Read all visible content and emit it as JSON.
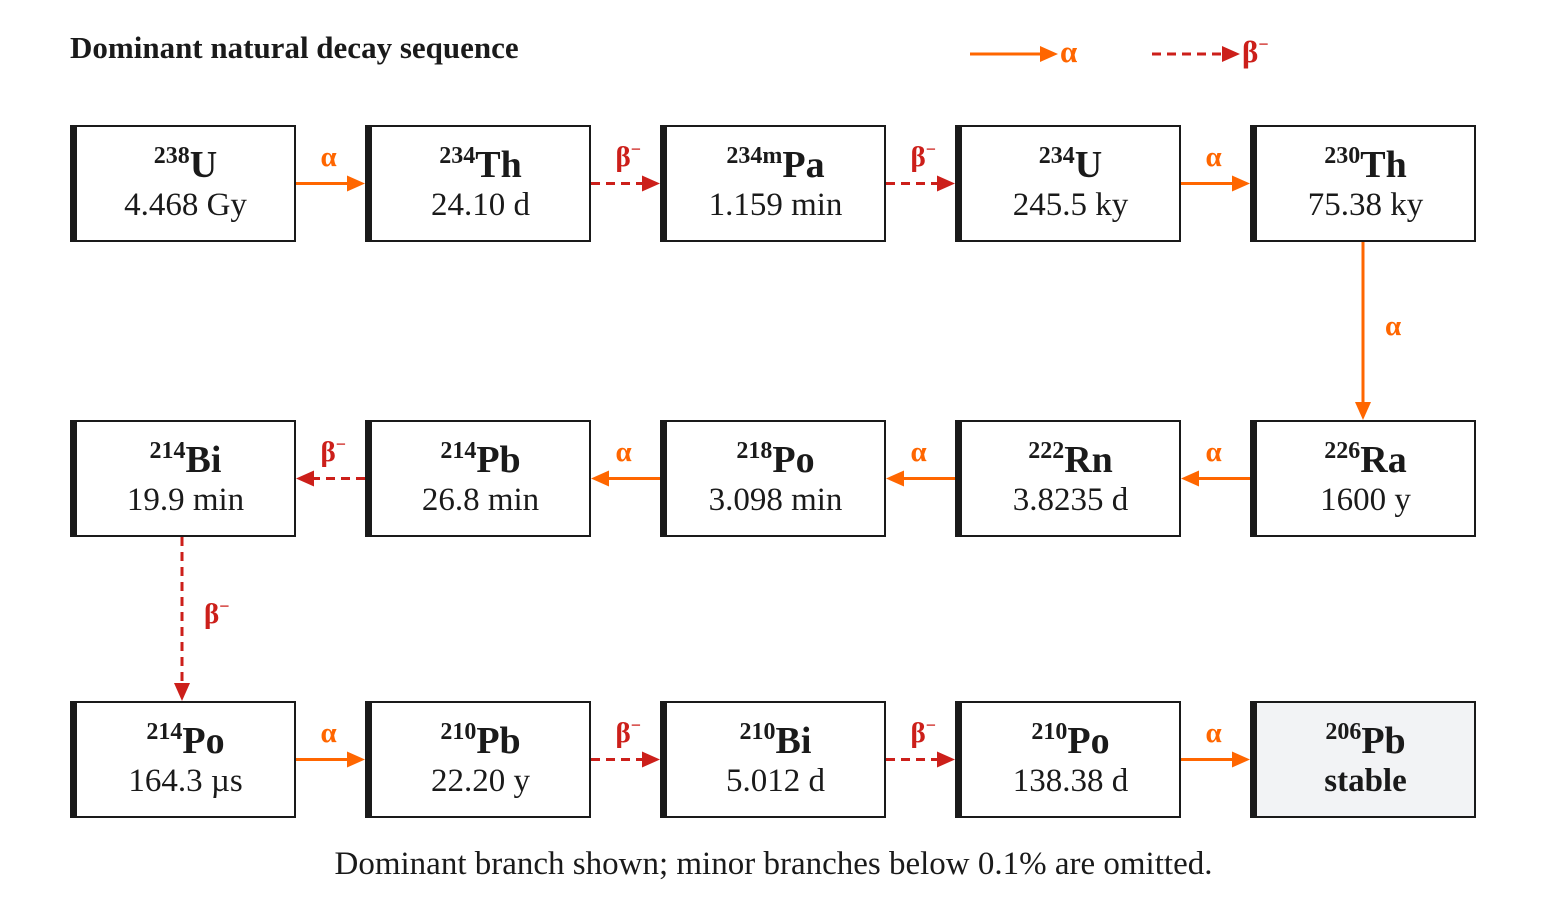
{
  "title": "Dominant natural decay sequence",
  "legend": [
    {
      "mode": "alpha",
      "label": "α",
      "style": "solid"
    },
    {
      "mode": "beta",
      "label": "β",
      "sup": "−",
      "style": "dashed"
    }
  ],
  "colors": {
    "alpha": "#ff6600",
    "beta": "#cc1f1a",
    "box_border": "#1a1a1a",
    "stable_fill": "#f2f3f5"
  },
  "nodes": [
    {
      "mass": "238",
      "element": "U",
      "halflife": "4.468 Gy"
    },
    {
      "mass": "234",
      "element": "Th",
      "halflife": "24.10 d"
    },
    {
      "mass": "234m",
      "element": "Pa",
      "halflife": "1.159 min"
    },
    {
      "mass": "234",
      "element": "U",
      "halflife": "245.5 ky"
    },
    {
      "mass": "230",
      "element": "Th",
      "halflife": "75.38 ky"
    },
    {
      "mass": "226",
      "element": "Ra",
      "halflife": "1600 y"
    },
    {
      "mass": "222",
      "element": "Rn",
      "halflife": "3.8235 d"
    },
    {
      "mass": "218",
      "element": "Po",
      "halflife": "3.098 min"
    },
    {
      "mass": "214",
      "element": "Pb",
      "halflife": "26.8 min"
    },
    {
      "mass": "214",
      "element": "Bi",
      "halflife": "19.9 min"
    },
    {
      "mass": "214",
      "element": "Po",
      "halflife": "164.3 µs"
    },
    {
      "mass": "210",
      "element": "Pb",
      "halflife": "22.20 y"
    },
    {
      "mass": "210",
      "element": "Bi",
      "halflife": "5.012 d"
    },
    {
      "mass": "210",
      "element": "Po",
      "halflife": "138.38 d"
    },
    {
      "mass": "206",
      "element": "Pb",
      "halflife": "stable",
      "stable": true
    }
  ],
  "decays": [
    {
      "from": 0,
      "to": 1,
      "mode": "alpha",
      "label": "α"
    },
    {
      "from": 1,
      "to": 2,
      "mode": "beta",
      "label": "β",
      "sup": "−"
    },
    {
      "from": 2,
      "to": 3,
      "mode": "beta",
      "label": "β",
      "sup": "−"
    },
    {
      "from": 3,
      "to": 4,
      "mode": "alpha",
      "label": "α"
    },
    {
      "from": 4,
      "to": 5,
      "mode": "alpha",
      "label": "α"
    },
    {
      "from": 5,
      "to": 6,
      "mode": "alpha",
      "label": "α"
    },
    {
      "from": 6,
      "to": 7,
      "mode": "alpha",
      "label": "α"
    },
    {
      "from": 7,
      "to": 8,
      "mode": "alpha",
      "label": "α"
    },
    {
      "from": 8,
      "to": 9,
      "mode": "beta",
      "label": "β",
      "sup": "−"
    },
    {
      "from": 9,
      "to": 10,
      "mode": "beta",
      "label": "β",
      "sup": "−"
    },
    {
      "from": 10,
      "to": 11,
      "mode": "alpha",
      "label": "α"
    },
    {
      "from": 11,
      "to": 12,
      "mode": "beta",
      "label": "β",
      "sup": "−"
    },
    {
      "from": 12,
      "to": 13,
      "mode": "beta",
      "label": "β",
      "sup": "−"
    },
    {
      "from": 13,
      "to": 14,
      "mode": "alpha",
      "label": "α"
    }
  ],
  "footnote": "Dominant branch shown; minor branches below 0.1% are omitted."
}
